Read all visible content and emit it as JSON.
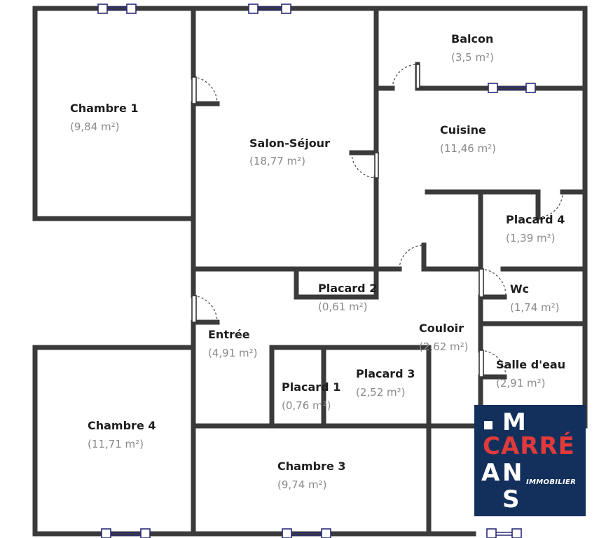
{
  "rooms": [
    {
      "id": "chambre-1",
      "name": "Chambre 1",
      "area": "(9,84 m²)"
    },
    {
      "id": "salon-sejour",
      "name": "Salon-Séjour",
      "area": "(18,77 m²)"
    },
    {
      "id": "balcon",
      "name": "Balcon",
      "area": "(3,5 m²)"
    },
    {
      "id": "cuisine",
      "name": "Cuisine",
      "area": "(11,46 m²)"
    },
    {
      "id": "placard-4",
      "name": "Placard 4",
      "area": "(1,39 m²)"
    },
    {
      "id": "placard-2",
      "name": "Placard 2",
      "area": "(0,61 m²)"
    },
    {
      "id": "wc",
      "name": "Wc",
      "area": "(1,74 m²)"
    },
    {
      "id": "entree",
      "name": "Entrée",
      "area": "(4,91 m²)"
    },
    {
      "id": "couloir",
      "name": "Couloir",
      "area": "(2,62 m²)"
    },
    {
      "id": "salle-deau",
      "name": "Salle d'eau",
      "area": "(2,91 m²)"
    },
    {
      "id": "placard-3",
      "name": "Placard 3",
      "area": "(2,52 m²)"
    },
    {
      "id": "placard-1",
      "name": "Placard 1",
      "area": "(0,76 m²)"
    },
    {
      "id": "chambre-4",
      "name": "Chambre 4",
      "area": "(11,71 m²)"
    },
    {
      "id": "chambre-3",
      "name": "Chambre 3",
      "area": "(9,74 m²)"
    }
  ],
  "logo": {
    "line1": "M",
    "line2_accent": "CARRÉ",
    "line3": "N",
    "line4": "S",
    "left_a": "A",
    "tagline": "IMMOBILIER"
  }
}
